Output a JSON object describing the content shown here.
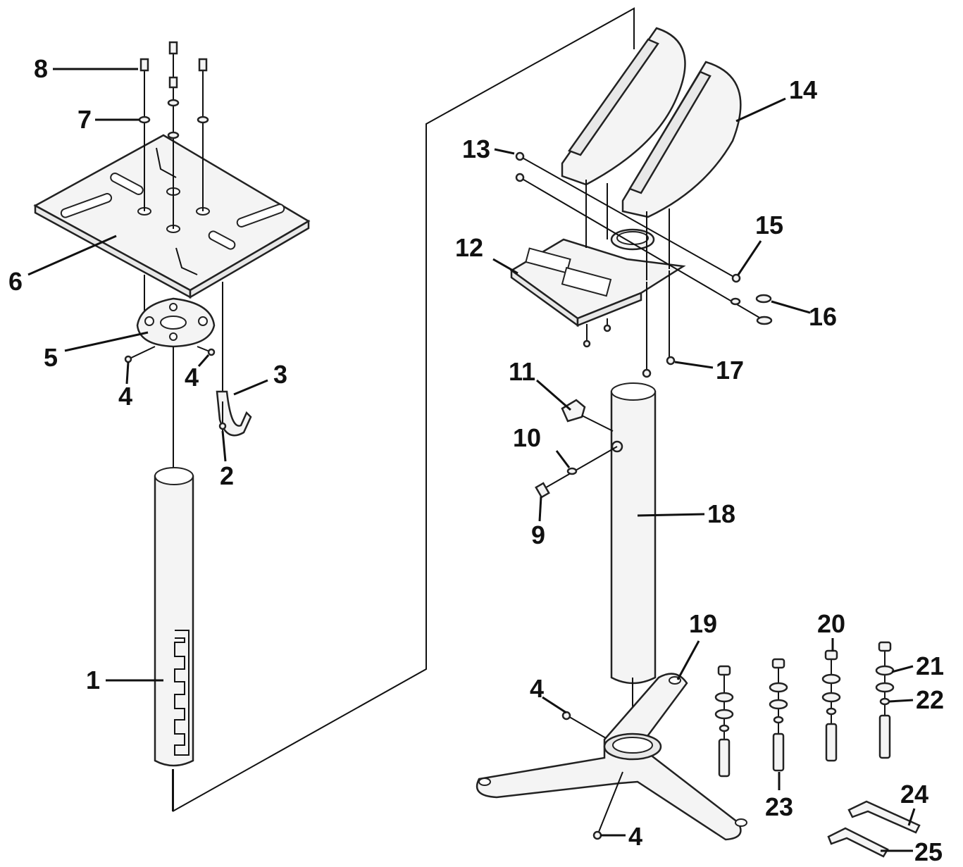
{
  "diagram": {
    "labels": [
      "1",
      "2",
      "3",
      "4",
      "5",
      "6",
      "7",
      "8",
      "9",
      "10",
      "11",
      "12",
      "13",
      "14",
      "15",
      "16",
      "17",
      "18",
      "19",
      "20",
      "21",
      "22",
      "23",
      "24",
      "25"
    ],
    "colors": {
      "line": "#111111",
      "part_fill": "#f4f4f4",
      "background": "#ffffff"
    }
  }
}
